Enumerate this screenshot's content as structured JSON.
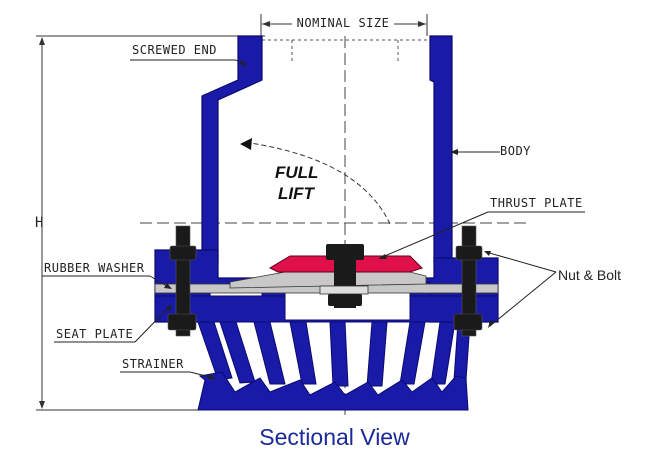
{
  "labels": {
    "nominal_size": "NOMINAL SIZE",
    "screwed_end": "SCREWED END",
    "body": "BODY",
    "full": "FULL",
    "lift": "LIFT",
    "thrust_plate": "THRUST PLATE",
    "rubber_washer": "RUBBER WASHER",
    "nut_bolt": "Nut & Bolt",
    "seat_plate": "SEAT PLATE",
    "strainer": "STRAINER",
    "height": "H"
  },
  "caption": "Sectional View",
  "colors": {
    "body": "#1a1aa8",
    "body_dark": "#0a0a70",
    "thrust_plate": "#e0104a",
    "washer": "#c8c8c8",
    "bolt": "#1a1a1a",
    "caption": "#1a2a9a"
  }
}
